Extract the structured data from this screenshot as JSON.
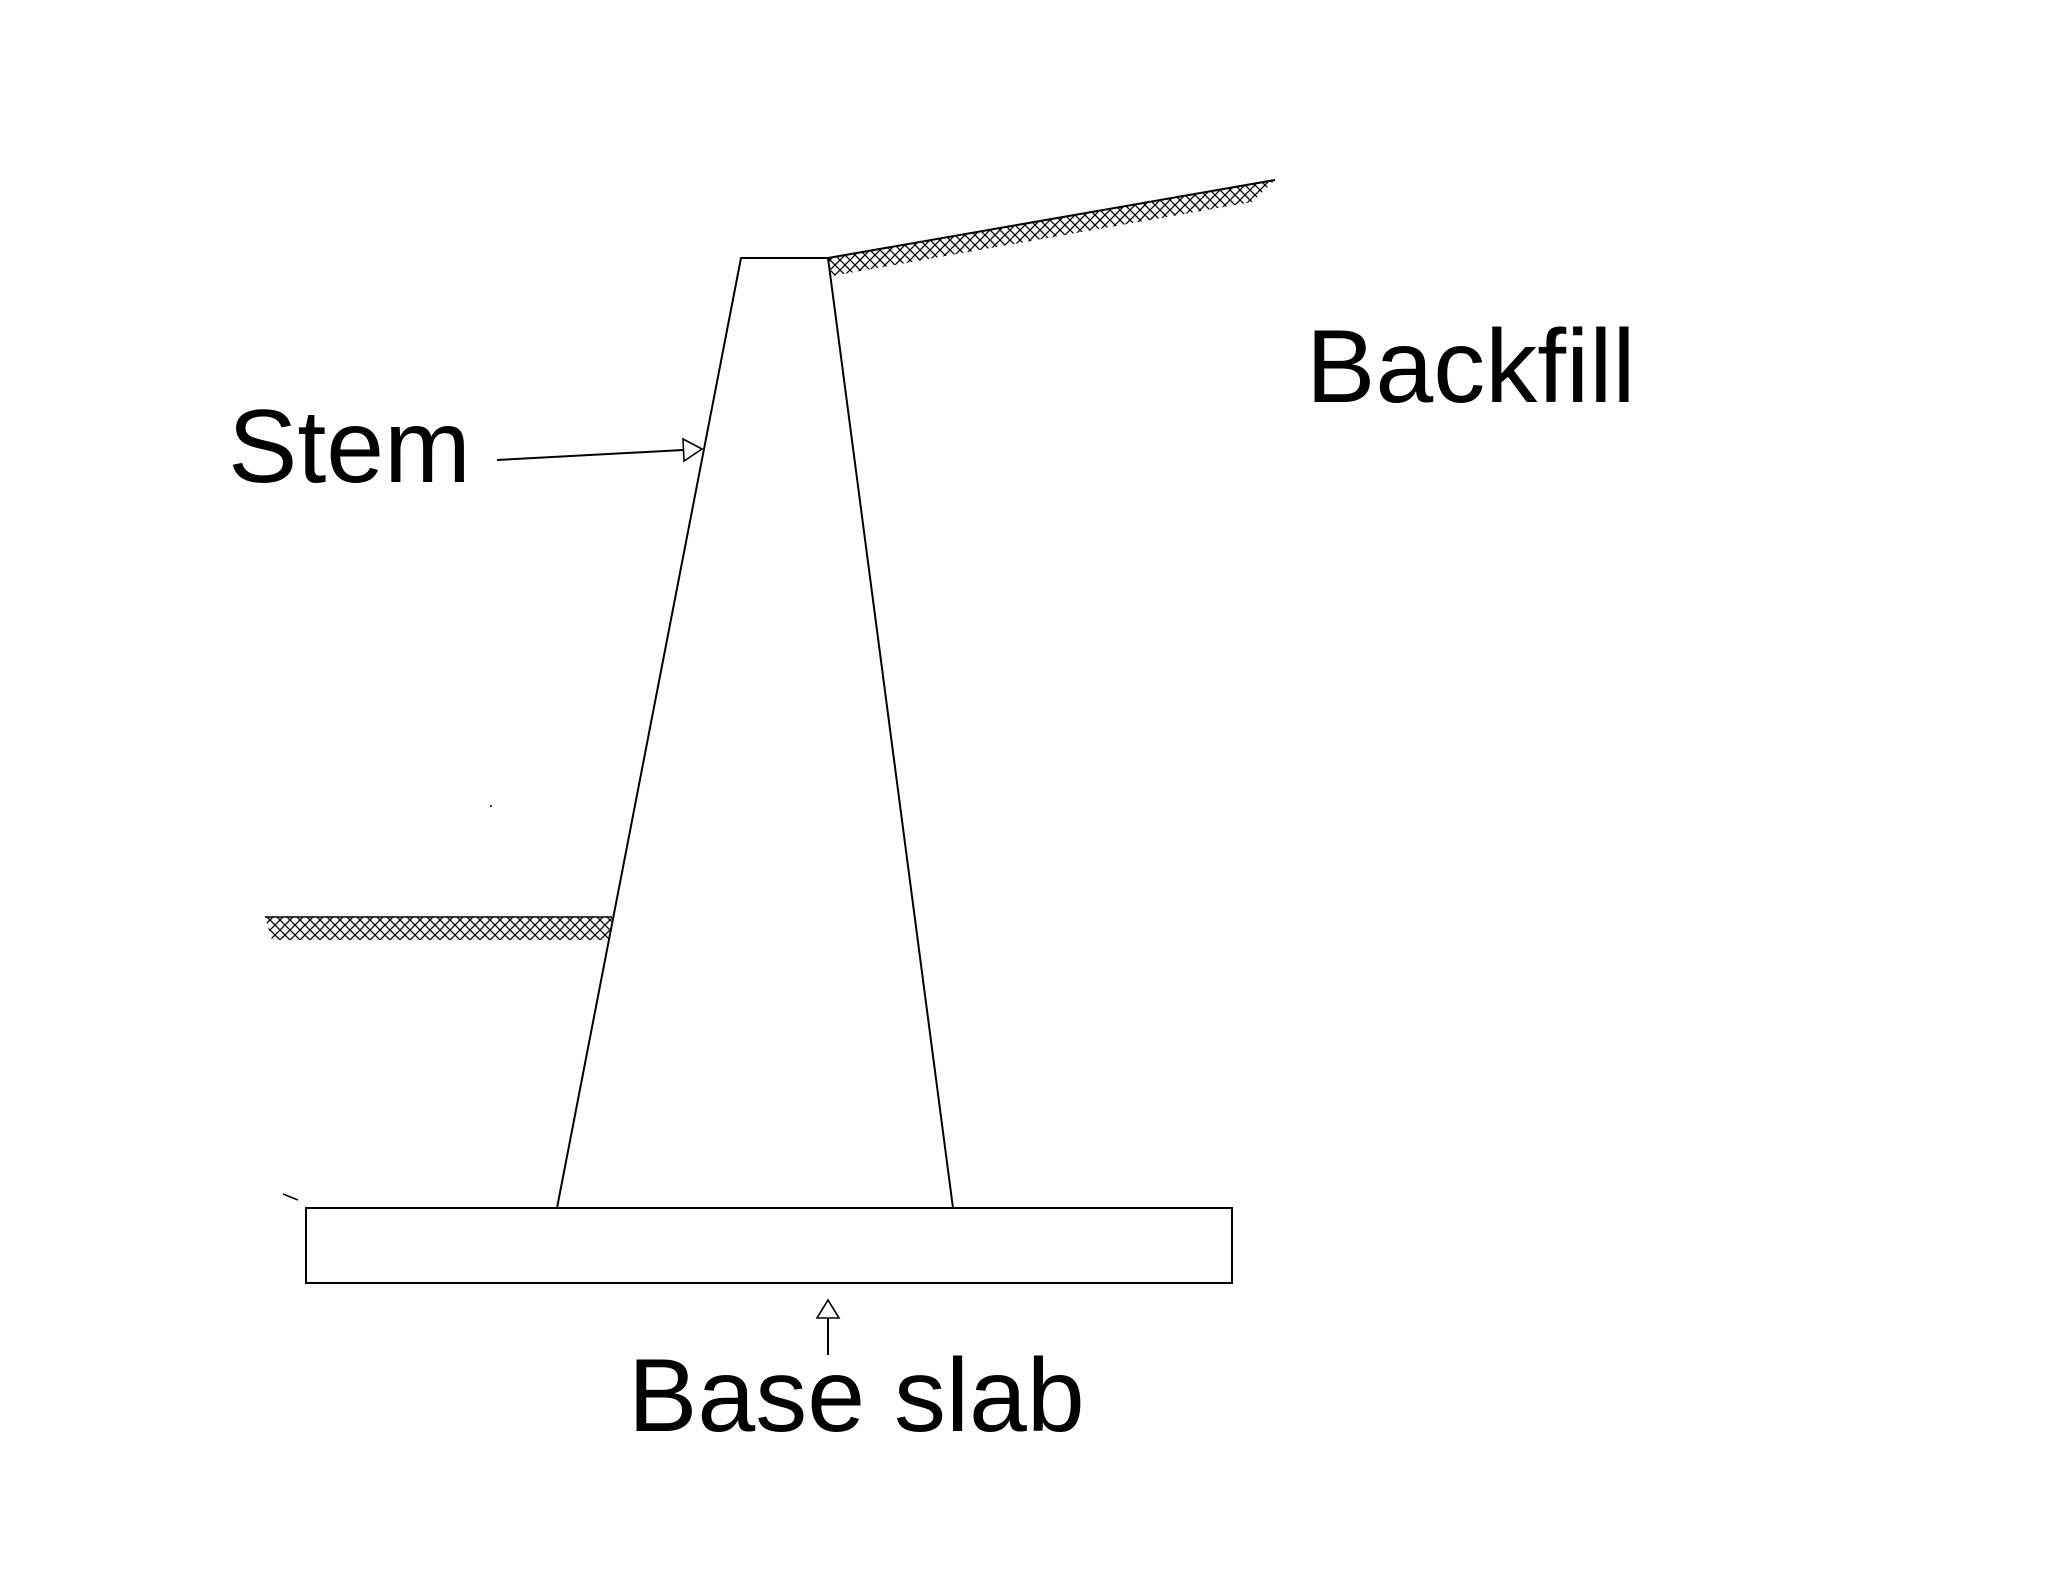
{
  "labels": {
    "stem": "Stem",
    "backfill": "Backfill",
    "base_slab": "Base slab"
  },
  "colors": {
    "line": "#000000",
    "background": "#ffffff"
  }
}
